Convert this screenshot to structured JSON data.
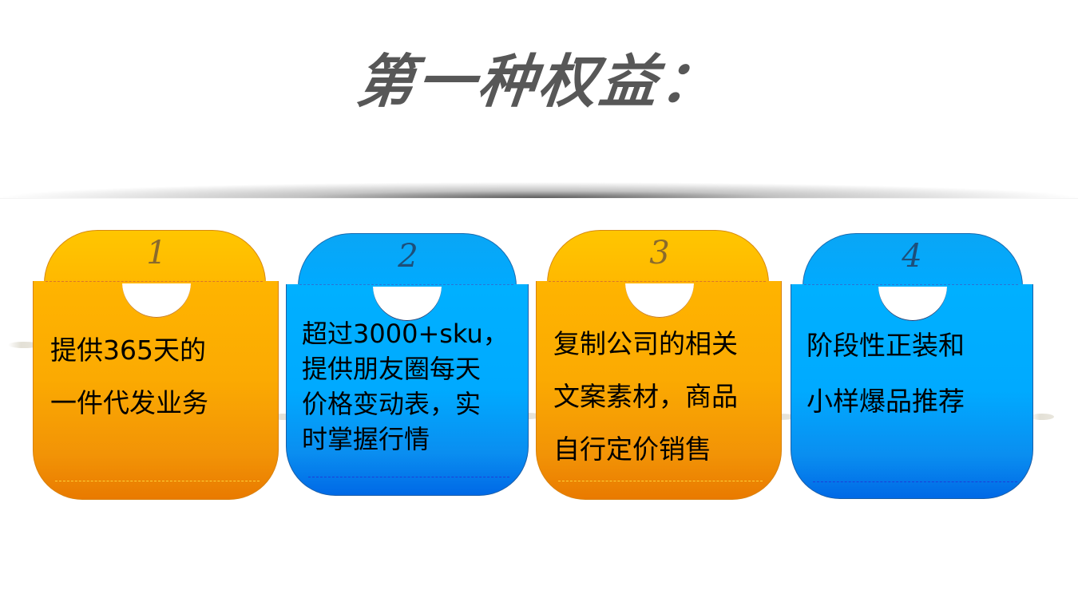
{
  "title": "第一种权益：",
  "colors": {
    "title": "#575757",
    "orange_top": "#ffc600",
    "orange_bottom": "#e97a00",
    "blue_top": "#00b0ff",
    "blue_bottom": "#0069e6",
    "text": "#000000"
  },
  "cards": [
    {
      "number": "1",
      "color": "orange",
      "lines": [
        "提供365天的",
        "一件代发业务"
      ]
    },
    {
      "number": "2",
      "color": "blue",
      "lines": [
        "超过3000+sku，",
        "提供朋友圈每天",
        "价格变动表，实",
        "时掌握行情"
      ]
    },
    {
      "number": "3",
      "color": "orange",
      "lines": [
        "复制公司的相关",
        "文案素材，商品",
        "自行定价销售"
      ]
    },
    {
      "number": "4",
      "color": "blue",
      "lines": [
        "阶段性正装和",
        "小样爆品推荐"
      ]
    }
  ]
}
